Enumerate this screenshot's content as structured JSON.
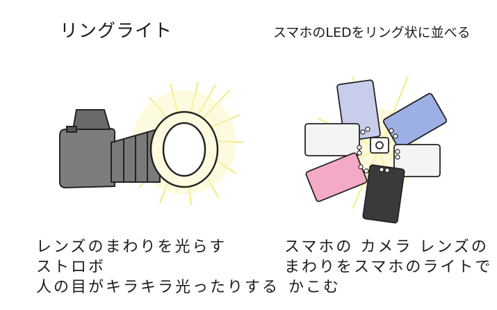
{
  "left": {
    "title": "リングライト",
    "caption": {
      "line1": "レンズのまわりを光らす",
      "line2": "ストロボ",
      "line3": "人の目がキラキラ光ったりする"
    }
  },
  "right": {
    "title": "スマホのLEDをリング状に並べる",
    "caption": {
      "line1": "スマホの カメラ レンズの",
      "line2": "まわりをスマホのライトで",
      "line3": "かこむ"
    }
  },
  "colors": {
    "glow": "#f5ec7a",
    "body": "#6e6e6e",
    "phone_blue": "#9db0e6",
    "phone_lavender": "#c9cdec",
    "phone_pink": "#f4a9c7",
    "phone_dark": "#3a3a3a"
  }
}
